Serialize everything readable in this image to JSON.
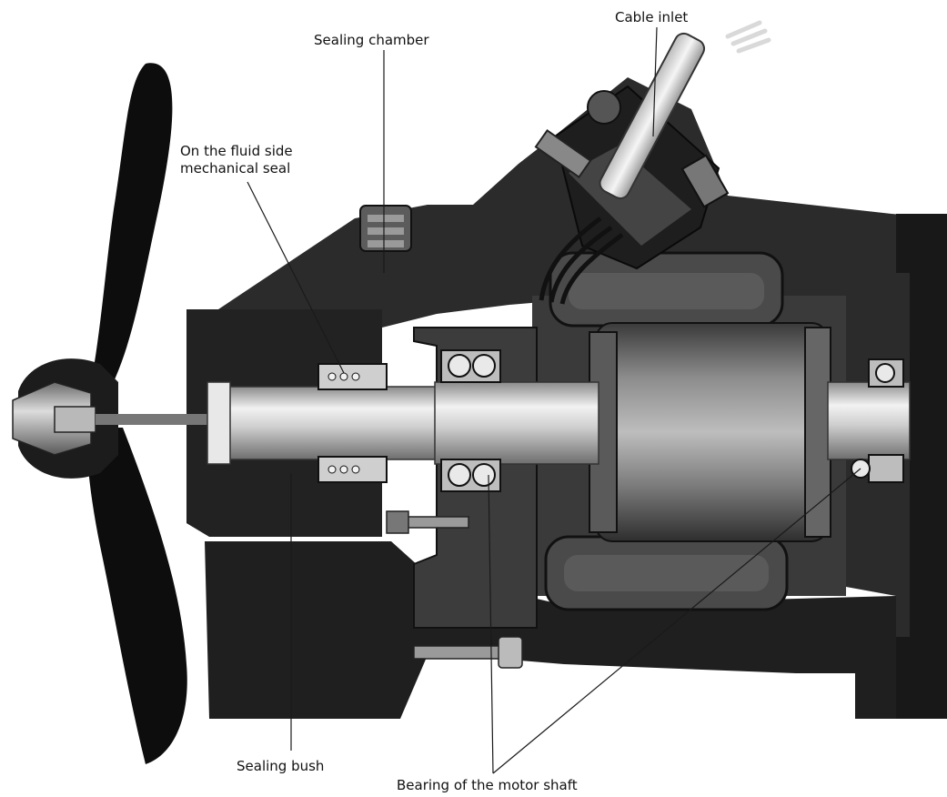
{
  "labels": {
    "sealing_chamber": "Sealing chamber",
    "cable_inlet": "Cable inlet",
    "fluid_side_line1": "On the fluid side",
    "fluid_side_line2": "mechanical seal",
    "sealing_bush": "Sealing bush",
    "bearing": "Bearing of the motor shaft"
  },
  "colors": {
    "housing": "#2b2b2b",
    "housing_dark": "#111111",
    "metal_light": "#e6e6e6",
    "metal_mid": "#9a9a9a",
    "line": "#1a1a1a"
  }
}
